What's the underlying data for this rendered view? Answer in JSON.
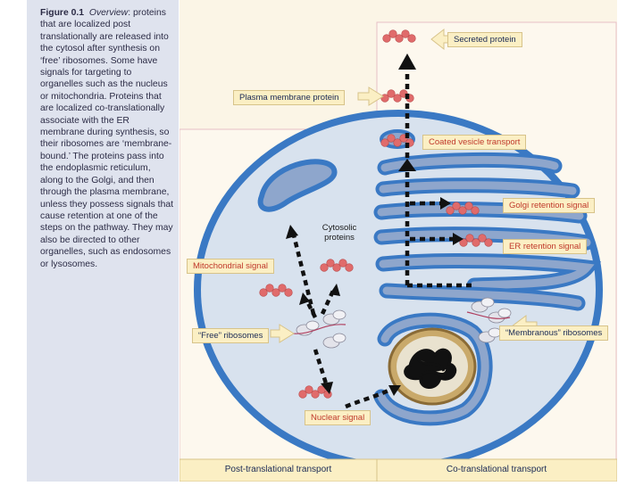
{
  "caption": {
    "figure_label": "Figure 0.1",
    "overview_label": "Overview",
    "text": ": proteins that are localized post translationally are released into the cytosol after synthesis on ‘free’ ribosomes. Some have signals for targeting to organelles such as the nucleus or mitochondria. Proteins that are localized co-translationally associate with the ER membrane during synthesis, so their ribosomes are ‘membrane-bound.’ The proteins pass into the endoplasmic reticulum, along to the Golgi, and then through the plasma membrane, unless they possess signals that cause retention at one of the steps on the pathway. They may also be directed to other organelles, such as endosomes or lysosomes."
  },
  "labels": {
    "secreted": "Secreted protein",
    "plasma": "Plasma membrane protein",
    "coated": "Coated vesicle transport",
    "golgi": "Golgi retention signal",
    "er": "ER retention signal",
    "cytosolic": "Cytosolic proteins",
    "mito": "Mitochondrial signal",
    "free": "“Free” ribosomes",
    "membranous": "“Membranous” ribosomes",
    "nuclear": "Nuclear signal"
  },
  "footer": {
    "left": "Post-translational transport",
    "right": "Co-translational transport"
  },
  "colors": {
    "membrane": "#3a79c4",
    "lumen": "#8ea6cc",
    "cytoplasm": "#d8e2ee",
    "protein": "#e06b6b",
    "label_bg": "#fbefc4",
    "nucleus": "#c9a96a"
  }
}
